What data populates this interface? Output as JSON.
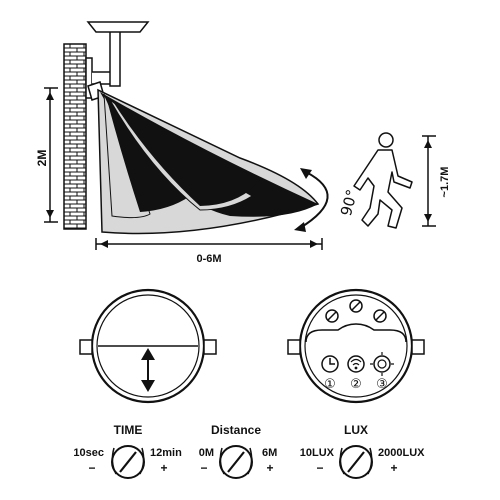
{
  "installation": {
    "height_label": "2M",
    "distance_label": "0-6M",
    "angle_label": "90°",
    "person_height_label": "~1.7M"
  },
  "sensor_views": {
    "left": {
      "name": "front cover with detection-angle adjustment"
    },
    "right": {
      "knob_numbers": [
        "①",
        "②",
        "③"
      ]
    }
  },
  "controls": [
    {
      "title": "TIME",
      "min_label": "10sec",
      "max_label": "12min",
      "minus": "−",
      "plus": "+"
    },
    {
      "title": "Distance",
      "min_label": "0M",
      "max_label": "6M",
      "minus": "−",
      "plus": "+"
    },
    {
      "title": "LUX",
      "min_label": "10LUX",
      "max_label": "2000LUX",
      "minus": "−",
      "plus": "+"
    }
  ],
  "colors": {
    "ink": "#111111",
    "zone_dark": "#111111",
    "zone_light": "#d8d8d8"
  }
}
